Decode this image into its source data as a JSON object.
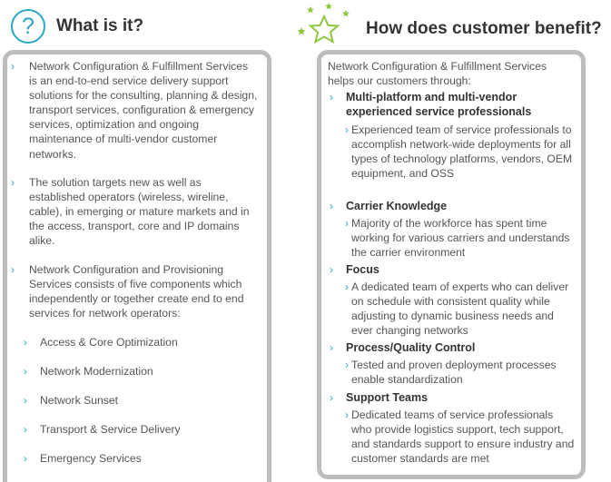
{
  "left": {
    "heading": "What is it?",
    "icon_glyph": "?",
    "icon": "question-circle-icon",
    "paragraphs": [
      "Network Configuration  & Fulfillment Services is an end-to-end  service delivery support solutions for the consulting, planning & design, transport services, configuration & emergency services, optimization and ongoing maintenance of multi-vendor  customer networks.",
      "The solution targets new as well as established operators (wireless, wireline, cable), in emerging or mature markets and in the access, transport, core and IP domains alike.",
      "Network Configuration  and Provisioning Services consists of five components which independently or together create end to end services for network operators:"
    ],
    "components": [
      "Access & Core Optimization",
      "Network Modernization",
      "Network Sunset",
      "Transport  & Service Delivery",
      "Emergency Services"
    ]
  },
  "right": {
    "heading": "How does customer benefit?",
    "icon": "stars-icon",
    "intro": "Network Configuration  & Fulfillment Services helps our customers through:",
    "benefits": [
      {
        "title": "Multi-platform and multi-vendor experienced service professionals",
        "detail": "Experienced team of service professionals  to accomplish network-wide deployments for all types of technology platforms, vendors, OEM equipment,  and OSS"
      },
      {
        "title": "Carrier Knowledge",
        "detail": "Majority of the workforce  has spent time working for various carriers and understands the carrier environment"
      },
      {
        "title": "Focus",
        "detail": "A dedicated team of experts who can deliver  on schedule with consistent quality while adjusting to dynamic business needs and ever  changing networks"
      },
      {
        "title": "Process/Quality  Control",
        "detail": "Tested and proven  deployment processes enable standardization"
      },
      {
        "title": "Support Teams",
        "detail": "Dedicated teams of service  professionals who provide  logistics support,  tech support,  and standards support to ensure industry and customer standards are met"
      }
    ]
  },
  "colors": {
    "accent": "#29a8c8",
    "star_green": "#8dc63f",
    "panel_border": "#bdbdbd"
  }
}
